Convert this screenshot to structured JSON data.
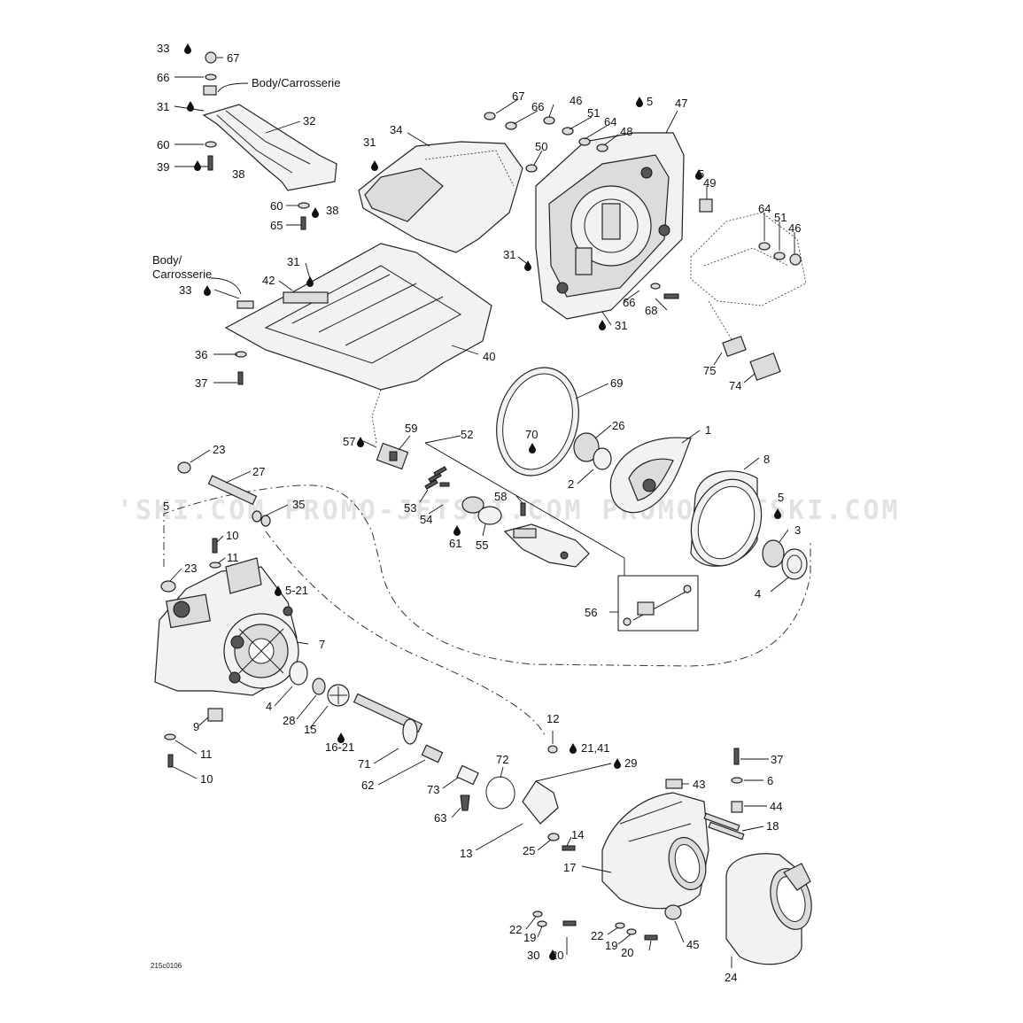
{
  "watermark": "'SKI.COM  PROMO-JETSKI.COM  PROMO-JETSKI.COM",
  "diagram_code": "215c0106",
  "body_label": "Body/Carrosserie",
  "body_label_line1": "Body/",
  "body_label_line2": "Carrosserie",
  "labels": {
    "l33a": "33",
    "l67a": "67",
    "l66a": "66",
    "l31a": "31",
    "l32": "32",
    "l60a": "60",
    "l39": "39",
    "l38a": "38",
    "l60b": "60",
    "l38b": "38",
    "l65": "65",
    "l34": "34",
    "l31b": "31",
    "l67b": "67",
    "l66b": "66",
    "l46a": "46",
    "l51a": "51",
    "l64a": "64",
    "l48": "48",
    "l50": "50",
    "l5a": "5",
    "l47": "47",
    "l5b": "5",
    "l49": "49",
    "l64b": "64",
    "l51b": "51",
    "l46b": "46",
    "l31c": "31",
    "l31d": "31",
    "l66c": "66",
    "l68": "68",
    "l31e": "31",
    "l33b": "33",
    "l42": "42",
    "l36": "36",
    "l37a": "37",
    "l40": "40",
    "l75": "75",
    "l74": "74",
    "l69": "69",
    "l70": "70",
    "l26": "26",
    "l1": "1",
    "l2": "2",
    "l8": "8",
    "l57": "57",
    "l59": "59",
    "l52": "52",
    "l23a": "23",
    "l27": "27",
    "l35": "35",
    "l53": "53",
    "l54": "54",
    "l58": "58",
    "l61": "61",
    "l55": "55",
    "l5c": "5",
    "l3": "3",
    "l4a": "4",
    "l5d": "5",
    "l10a": "10",
    "l11a": "11",
    "l23b": "23",
    "l5_21": "5-21",
    "l7": "7",
    "l56": "56",
    "l4b": "4",
    "l28": "28",
    "l15": "15",
    "l16_21": "16-21",
    "l9": "9",
    "l11b": "11",
    "l10b": "10",
    "l71": "71",
    "l62": "62",
    "l12": "12",
    "l21_41": "21,41",
    "l72": "72",
    "l29": "29",
    "l73": "73",
    "l63": "63",
    "l13": "13",
    "l14": "14",
    "l25": "25",
    "l37b": "37",
    "l43": "43",
    "l6": "6",
    "l44": "44",
    "l18": "18",
    "l17": "17",
    "l22a": "22",
    "l19a": "19",
    "l22b": "22",
    "l19b": "19",
    "l30": "30",
    "l20a": "20",
    "l20b": "20",
    "l45": "45",
    "l24": "24"
  }
}
